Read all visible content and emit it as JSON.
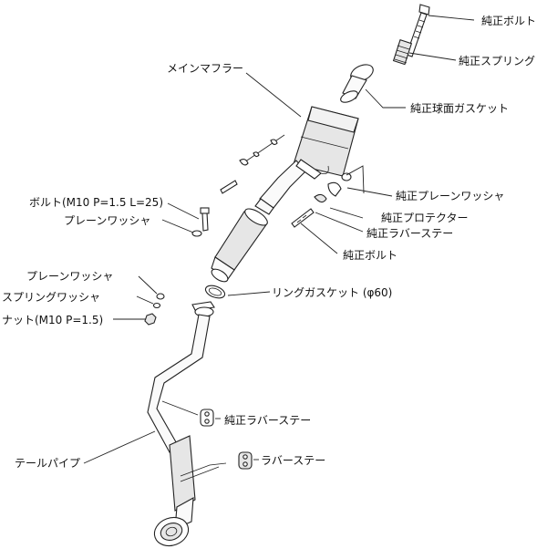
{
  "labels": {
    "oem_bolt_top": "純正ボルト",
    "oem_spring": "純正スプリング",
    "main_muffler": "メインマフラー",
    "oem_spherical_gasket": "純正球面ガスケット",
    "oem_plain_washer": "純正プレーンワッシャ",
    "oem_protector": "純正プロテクター",
    "oem_rubber_stay": "純正ラバーステー",
    "oem_bolt": "純正ボルト",
    "bolt_spec": "ボルト(M10 P=1.5 L=25)",
    "plain_washer_top": "プレーンワッシャ",
    "plain_washer": "プレーンワッシャ",
    "spring_washer": "スプリングワッシャ",
    "nut_spec": "ナット(M10 P=1.5)",
    "ring_gasket": "リングガスケット (φ60)",
    "oem_rubber_stay_lower": "純正ラバーステー",
    "tail_pipe": "テールパイプ",
    "rubber_stay": "ラバーステー"
  }
}
